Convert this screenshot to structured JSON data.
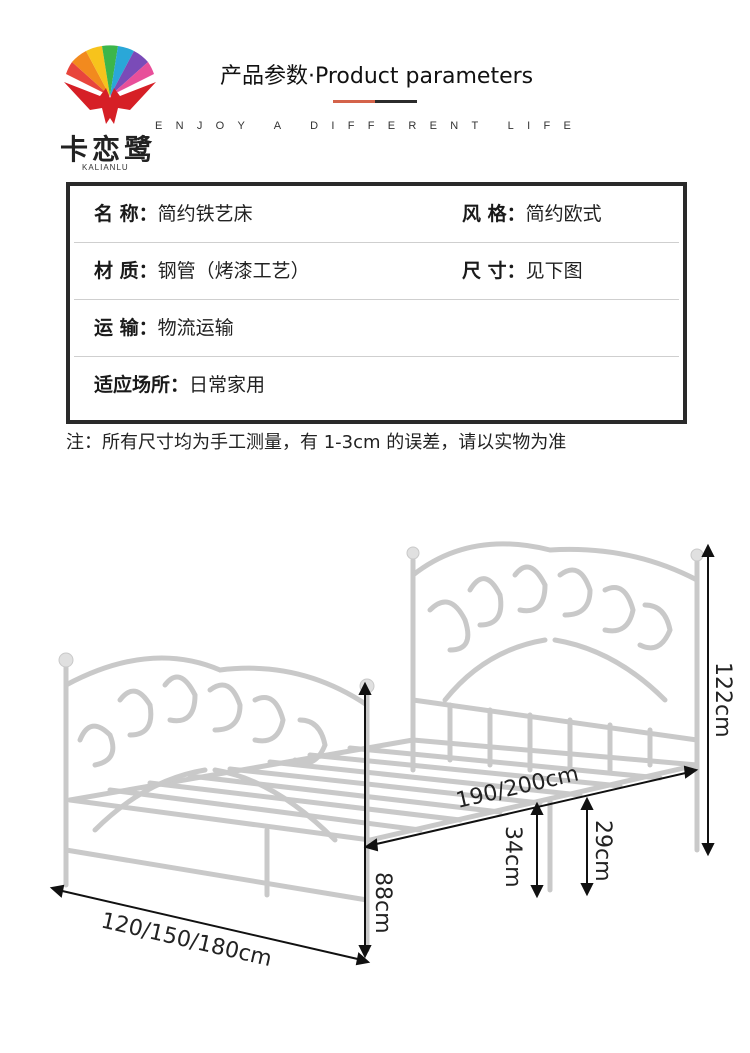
{
  "brand": {
    "name_cn": "卡恋鹭",
    "name_en": "KALIANLU",
    "tagline": "ENJOY A DIFFERENT LIFE",
    "accent_colors": [
      "#e8453c",
      "#f28a1e",
      "#f7c31c",
      "#3cb64a",
      "#2aa7d8",
      "#7a4bb8",
      "#d61f26"
    ]
  },
  "header": {
    "title": "产品参数·Product parameters"
  },
  "params": {
    "rows": [
      [
        {
          "key": "名  称：",
          "value": "简约铁艺床"
        },
        {
          "key": "风  格：",
          "value": "简约欧式"
        }
      ],
      [
        {
          "key": "材  质：",
          "value": "钢管（烤漆工艺）"
        },
        {
          "key": "尺  寸：",
          "value": "见下图"
        }
      ],
      [
        {
          "key": "运  输：",
          "value": "物流运输"
        }
      ],
      [
        {
          "key": "适应场所：",
          "value": "日常家用"
        }
      ]
    ]
  },
  "note": "注：所有尺寸均为手工测量，有 1-3cm 的误差，请以实物为准",
  "dimensions": {
    "width": "120/150/180cm",
    "length": "190/200cm",
    "head_height": "122cm",
    "foot_height": "88cm",
    "leg_height_front": "34cm",
    "leg_height_back": "29cm"
  }
}
